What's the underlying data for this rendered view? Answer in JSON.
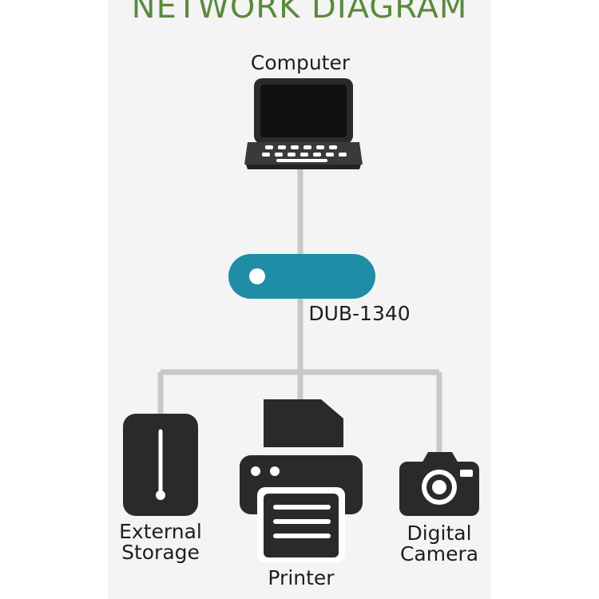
{
  "title": "NETWORK DIAGRAM",
  "colors": {
    "title": "#5a8a3c",
    "hub": "#1f8da6",
    "line": "#c8c8c8",
    "device_dark": "#2a2a2a"
  },
  "nodes": {
    "computer": {
      "label": "Computer",
      "icon": "laptop-icon"
    },
    "hub": {
      "label": "DUB-1340",
      "icon": "usb-hub-icon"
    },
    "storage": {
      "label_line1": "External",
      "label_line2": "Storage",
      "icon": "external-storage-icon"
    },
    "printer": {
      "label": "Printer",
      "icon": "printer-icon"
    },
    "camera": {
      "label_line1": "Digital",
      "label_line2": "Camera",
      "icon": "camera-icon"
    }
  }
}
